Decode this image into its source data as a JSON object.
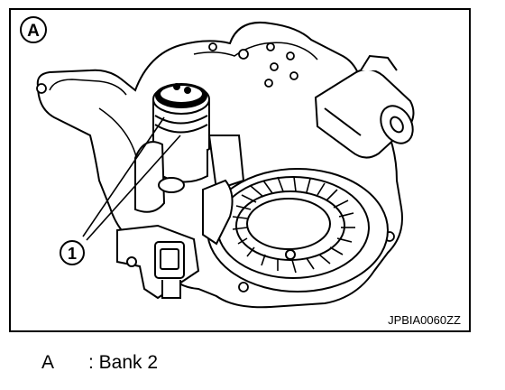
{
  "figure": {
    "view_label": "A",
    "callout_number": "1",
    "figure_code": "JPBIA0060ZZ"
  },
  "legend": {
    "key": "A",
    "description": ": Bank 2"
  }
}
